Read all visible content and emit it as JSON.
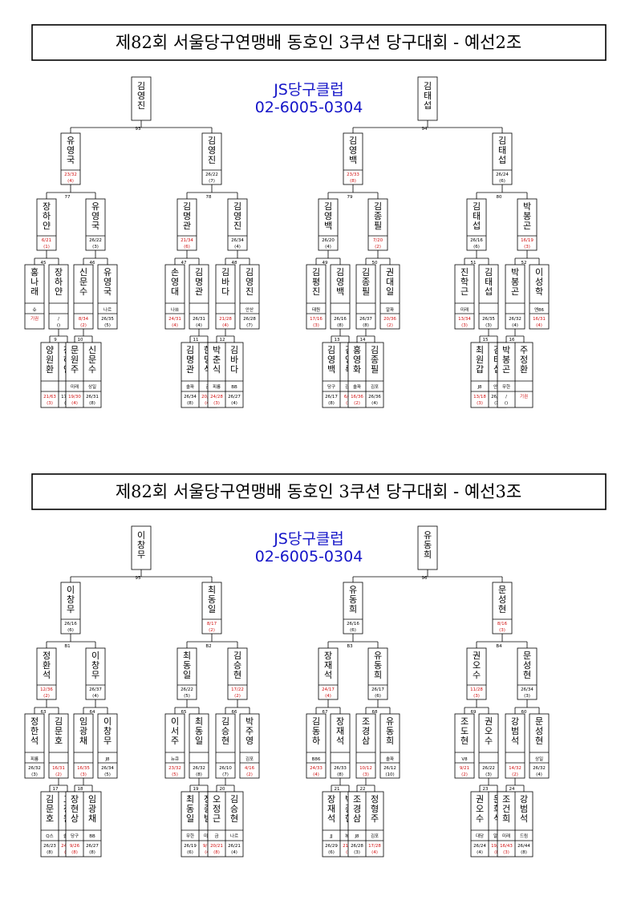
{
  "groups": [
    {
      "title": "제82회 서울당구연맹배 동호인 3쿠션 당구대회 - 예선2조",
      "club_name": "JS당구클럽",
      "club_phone": "02-6005-0304",
      "final": [
        {
          "name": "김영진",
          "game": "93"
        },
        {
          "name": "김태섭",
          "game": "94"
        }
      ],
      "r2": [
        {
          "name": "유영국",
          "score": "23/32",
          "rank": "(4)",
          "red": true,
          "game": "77"
        },
        {
          "name": "김영진",
          "score": "26/22",
          "rank": "(7)",
          "red": false,
          "game": "78"
        },
        {
          "name": "김영백",
          "score": "23/33",
          "rank": "(8)",
          "red": true,
          "game": "79"
        },
        {
          "name": "김태섭",
          "score": "26/24",
          "rank": "(6)",
          "red": false,
          "game": "80"
        }
      ],
      "r3": [
        {
          "name": "장하얀",
          "score": "6/21",
          "rank": "(1)",
          "red": true,
          "game": "45"
        },
        {
          "name": "유영국",
          "score": "26/22",
          "rank": "(3)",
          "red": false,
          "game": "46"
        },
        {
          "name": "김명관",
          "score": "21/34",
          "rank": "(6)",
          "red": true,
          "game": "47"
        },
        {
          "name": "김영진",
          "score": "26/34",
          "rank": "(4)",
          "red": false,
          "game": "48"
        },
        {
          "name": "김영백",
          "score": "26/20",
          "rank": "(4)",
          "red": false,
          "game": "49"
        },
        {
          "name": "김종필",
          "score": "7/20",
          "rank": "(2)",
          "red": true,
          "game": "50"
        },
        {
          "name": "김태섭",
          "score": "26/16",
          "rank": "(6)",
          "red": false,
          "game": "51"
        },
        {
          "name": "박봉곤",
          "score": "16/19",
          "rank": "(3)",
          "red": true,
          "game": "52"
        }
      ],
      "r4": [
        {
          "name": "홍나래",
          "aff": "슈",
          "score": "기권",
          "rank": "",
          "red": true,
          "game": ""
        },
        {
          "name": "장하얀",
          "aff": "",
          "score": "/",
          "rank": "()",
          "red": false,
          "game": "9"
        },
        {
          "name": "신문수",
          "aff": "",
          "score": "8/34",
          "rank": "(2)",
          "red": true,
          "game": "10"
        },
        {
          "name": "유영국",
          "aff": "나르",
          "score": "26/35",
          "rank": "(5)",
          "red": false,
          "game": ""
        },
        {
          "name": "손영대",
          "aff": "나쑈",
          "score": "24/31",
          "rank": "(4)",
          "red": true,
          "game": ""
        },
        {
          "name": "김명관",
          "aff": "",
          "score": "26/31",
          "rank": "(4)",
          "red": false,
          "game": "11"
        },
        {
          "name": "김바다",
          "aff": "",
          "score": "21/28",
          "rank": "(4)",
          "red": true,
          "game": "12"
        },
        {
          "name": "김영진",
          "aff": "안산",
          "score": "26/28",
          "rank": "(7)",
          "red": false,
          "game": ""
        },
        {
          "name": "김평진",
          "aff": "태원",
          "score": "17/16",
          "rank": "(3)",
          "red": true,
          "game": ""
        },
        {
          "name": "김영백",
          "aff": "",
          "score": "26/16",
          "rank": "(8)",
          "red": false,
          "game": "13"
        },
        {
          "name": "김종필",
          "aff": "",
          "score": "26/37",
          "rank": "(8)",
          "red": false,
          "game": "14"
        },
        {
          "name": "권대일",
          "aff": "알파",
          "score": "20/36",
          "rank": "(2)",
          "red": true,
          "game": ""
        },
        {
          "name": "진학근",
          "aff": "미래",
          "score": "13/34",
          "rank": "(3)",
          "red": true,
          "game": ""
        },
        {
          "name": "김태섭",
          "aff": "",
          "score": "26/35",
          "rank": "(3)",
          "red": false,
          "game": "15"
        },
        {
          "name": "박봉곤",
          "aff": "",
          "score": "26/32",
          "rank": "(4)",
          "red": false,
          "game": "16"
        },
        {
          "name": "이성학",
          "aff": "엔86",
          "score": "16/31",
          "rank": "(4)",
          "red": true,
          "game": ""
        }
      ],
      "r5": [
        {
          "name": "양원환",
          "aff": "",
          "score": "21/63",
          "rank": "(3)",
          "red": true
        },
        {
          "name": "장하얀",
          "aff": "",
          "score": "17/64",
          "rank": "(2)",
          "red": false
        },
        {
          "name": "문원주",
          "aff": "미래",
          "score": "19/30",
          "rank": "(4)",
          "red": true
        },
        {
          "name": "신문수",
          "aff": "상일",
          "score": "26/31",
          "rank": "(8)",
          "red": false
        },
        {
          "name": "김명관",
          "aff": "솔파",
          "score": "26/34",
          "rank": "(8)",
          "red": false
        },
        {
          "name": "한명식",
          "aff": "금",
          "score": "20/34",
          "rank": "(4)",
          "red": true
        },
        {
          "name": "박춘식",
          "aff": "피룡",
          "score": "24/28",
          "rank": "(3)",
          "red": true
        },
        {
          "name": "김바다",
          "aff": "BB",
          "score": "26/27",
          "rank": "(4)",
          "red": false
        },
        {
          "name": "김영백",
          "aff": "당구",
          "score": "26/17",
          "rank": "(8)",
          "red": false
        },
        {
          "name": "김영록",
          "aff": "김포",
          "score": "6/16",
          "rank": "(2)",
          "red": true
        },
        {
          "name": "홍영화",
          "aff": "솔파",
          "score": "16/36",
          "rank": "(2)",
          "red": true
        },
        {
          "name": "김종필",
          "aff": "김포",
          "score": "26/36",
          "rank": "(4)",
          "red": false
        },
        {
          "name": "최원갑",
          "aff": "J8",
          "score": "13/18",
          "rank": "(3)",
          "red": true
        },
        {
          "name": "김태섭",
          "aff": "안산",
          "score": "26/18",
          "rank": "(3)",
          "red": false
        },
        {
          "name": "박봉곤",
          "aff": "무한",
          "score": "/",
          "rank": "()",
          "red": false
        },
        {
          "name": "주정환",
          "aff": "",
          "score": "기권",
          "rank": "",
          "red": true
        }
      ]
    },
    {
      "title": "제82회 서울당구연맹배 동호인 3쿠션 당구대회 - 예선3조",
      "club_name": "JS당구클럽",
      "club_phone": "02-6005-0304",
      "final": [
        {
          "name": "이창무",
          "game": "95"
        },
        {
          "name": "유동희",
          "game": "96"
        }
      ],
      "r2": [
        {
          "name": "이창무",
          "score": "26/16",
          "rank": "(6)",
          "red": false,
          "game": "B1"
        },
        {
          "name": "최동일",
          "score": "8/17",
          "rank": "(2)",
          "red": true,
          "game": "B2"
        },
        {
          "name": "유동희",
          "score": "26/16",
          "rank": "(6)",
          "red": false,
          "game": "B3"
        },
        {
          "name": "문성현",
          "score": "8/16",
          "rank": "(3)",
          "red": true,
          "game": "B4"
        }
      ],
      "r3": [
        {
          "name": "정환석",
          "score": "12/36",
          "rank": "(2)",
          "red": true,
          "game": "63"
        },
        {
          "name": "이창무",
          "score": "26/37",
          "rank": "(4)",
          "red": false,
          "game": "64"
        },
        {
          "name": "최동일",
          "score": "26/22",
          "rank": "(5)",
          "red": false,
          "game": "65"
        },
        {
          "name": "김승현",
          "score": "17/22",
          "rank": "(2)",
          "red": true,
          "game": "66"
        },
        {
          "name": "장재석",
          "score": "24/17",
          "rank": "(4)",
          "red": true,
          "game": "67"
        },
        {
          "name": "유동희",
          "score": "26/17",
          "rank": "(6)",
          "red": false,
          "game": "68"
        },
        {
          "name": "권오수",
          "score": "11/28",
          "rank": "(3)",
          "red": true,
          "game": "69"
        },
        {
          "name": "문성현",
          "score": "26/34",
          "rank": "(3)",
          "red": false,
          "game": "60"
        }
      ],
      "r4": [
        {
          "name": "정한석",
          "aff": "피룡",
          "score": "26/32",
          "rank": "(3)",
          "red": false,
          "game": ""
        },
        {
          "name": "김문호",
          "aff": "",
          "score": "16/31",
          "rank": "(2)",
          "red": true,
          "game": "17"
        },
        {
          "name": "임광채",
          "aff": "",
          "score": "16/35",
          "rank": "(3)",
          "red": true,
          "game": "18"
        },
        {
          "name": "이창무",
          "aff": "J8",
          "score": "26/34",
          "rank": "(5)",
          "red": false,
          "game": ""
        },
        {
          "name": "이서주",
          "aff": "뉴큐",
          "score": "23/32",
          "rank": "(5)",
          "red": true,
          "game": ""
        },
        {
          "name": "최동일",
          "aff": "",
          "score": "26/32",
          "rank": "(8)",
          "red": false,
          "game": "19"
        },
        {
          "name": "김승현",
          "aff": "",
          "score": "26/10",
          "rank": "(7)",
          "red": false,
          "game": "20"
        },
        {
          "name": "박주영",
          "aff": "김포",
          "score": "4/16",
          "rank": "(2)",
          "red": true,
          "game": ""
        },
        {
          "name": "김동하",
          "aff": "B86",
          "score": "24/33",
          "rank": "(4)",
          "red": true,
          "game": ""
        },
        {
          "name": "장재석",
          "aff": "",
          "score": "26/33",
          "rank": "(8)",
          "red": false,
          "game": "21"
        },
        {
          "name": "조경삼",
          "aff": "",
          "score": "10/12",
          "rank": "(3)",
          "red": true,
          "game": "22"
        },
        {
          "name": "유동희",
          "aff": "솔파",
          "score": "26/12",
          "rank": "(10)",
          "red": false,
          "game": ""
        },
        {
          "name": "조도현",
          "aff": "V8",
          "score": "9/21",
          "rank": "(2)",
          "red": true,
          "game": ""
        },
        {
          "name": "권오수",
          "aff": "",
          "score": "26/22",
          "rank": "(3)",
          "red": false,
          "game": "23"
        },
        {
          "name": "강범석",
          "aff": "",
          "score": "14/32",
          "rank": "(2)",
          "red": true,
          "game": "24"
        },
        {
          "name": "문성현",
          "aff": "상일",
          "score": "26/32",
          "rank": "(4)",
          "red": false,
          "game": ""
        }
      ],
      "r5": [
        {
          "name": "김문호",
          "aff": "Q스",
          "score": "26/23",
          "rank": "(8)",
          "red": false
        },
        {
          "name": "고장원",
          "aff": "솔파",
          "score": "24/23",
          "rank": "(8)",
          "red": true
        },
        {
          "name": "장현상",
          "aff": "당구",
          "score": "9/26",
          "rank": "(8)",
          "red": true
        },
        {
          "name": "임광채",
          "aff": "BB",
          "score": "26/27",
          "rank": "(8)",
          "red": false
        },
        {
          "name": "최동일",
          "aff": "무한",
          "score": "26/19",
          "rank": "(6)",
          "red": false
        },
        {
          "name": "정종범",
          "aff": "미래",
          "score": "9/12",
          "rank": "(4)",
          "red": true
        },
        {
          "name": "오정근",
          "aff": "금",
          "score": "20/21",
          "rank": "(8)",
          "red": true
        },
        {
          "name": "김승현",
          "aff": "나르",
          "score": "26/21",
          "rank": "(4)",
          "red": false
        },
        {
          "name": "장재석",
          "aff": "JJ",
          "score": "26/29",
          "rank": "(6)",
          "red": false
        },
        {
          "name": "박종현",
          "aff": "복시",
          "score": "21/29",
          "rank": "(8)",
          "red": true
        },
        {
          "name": "조경삼",
          "aff": "J8",
          "score": "26/28",
          "rank": "(3)",
          "red": false
        },
        {
          "name": "정형주",
          "aff": "김포",
          "score": "17/28",
          "rank": "(4)",
          "red": true
        },
        {
          "name": "권오수",
          "aff": "대당",
          "score": "26/24",
          "rank": "(4)",
          "red": false
        },
        {
          "name": "문희석",
          "aff": "알파",
          "score": "19/24",
          "rank": "(8)",
          "red": true
        },
        {
          "name": "조건희",
          "aff": "미래",
          "score": "16/43",
          "rank": "(3)",
          "red": true
        },
        {
          "name": "강범석",
          "aff": "드림",
          "score": "26/44",
          "rank": "(8)",
          "red": false
        }
      ]
    }
  ]
}
